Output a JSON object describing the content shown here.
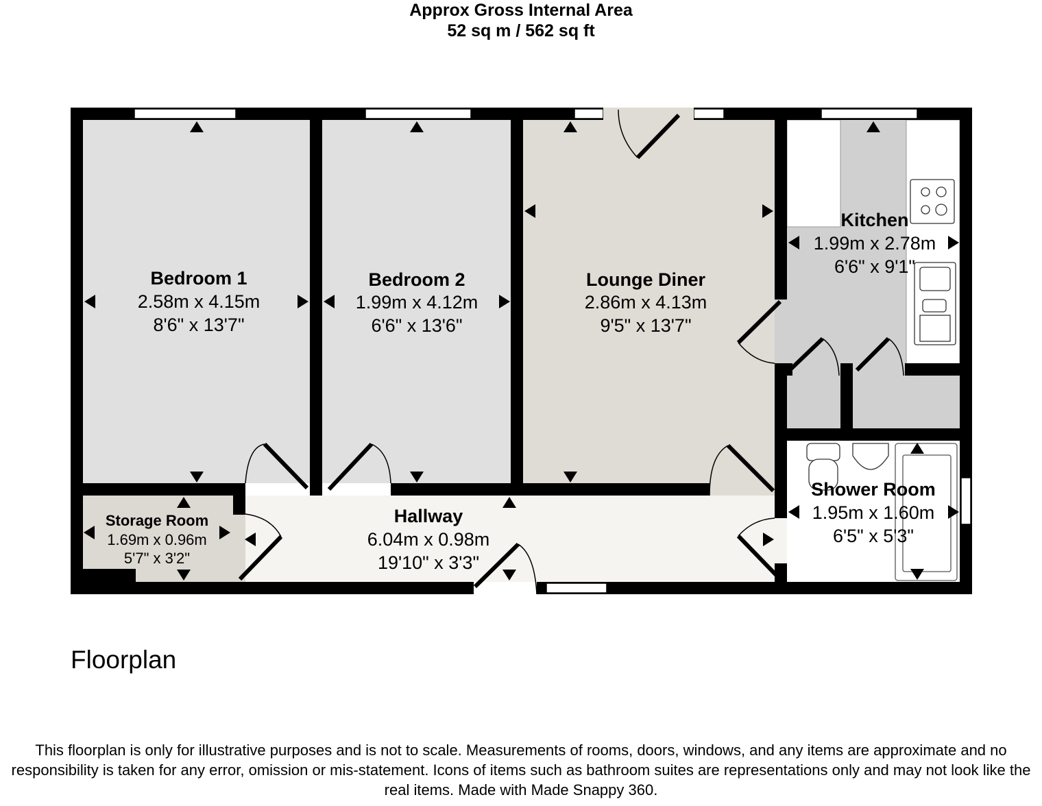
{
  "header": {
    "line1": "Approx Gross Internal Area",
    "line2": "52 sq m / 562 sq ft"
  },
  "rooms": [
    {
      "name": "Bedroom 1",
      "metric": "2.58m x 4.15m",
      "imperial": "8'6\" x 13'7\""
    },
    {
      "name": "Bedroom 2",
      "metric": "1.99m x 4.12m",
      "imperial": "6'6\" x 13'6\""
    },
    {
      "name": "Lounge Diner",
      "metric": "2.86m x 4.13m",
      "imperial": "9'5\" x 13'7\""
    },
    {
      "name": "Kitchen",
      "metric": "1.99m x 2.78m",
      "imperial": "6'6\" x 9'1\""
    },
    {
      "name": "Shower Room",
      "metric": "1.95m x 1.60m",
      "imperial": "6'5\" x 5'3\""
    },
    {
      "name": "Storage Room",
      "metric": "1.69m x 0.96m",
      "imperial": "5'7\" x 3'2\""
    },
    {
      "name": "Hallway",
      "metric": "6.04m x 0.98m",
      "imperial": "19'10\" x 3'3\""
    }
  ],
  "colors": {
    "walls": "#000000",
    "bedroom": "#e0e0e0",
    "lounge": "#dfdbd5",
    "hallway": "#f6f4f0",
    "storage": "#dcd8d2",
    "kitchen": "#d0d0d0",
    "shower": "#ffffff"
  },
  "plan_label": "Floorplan",
  "disclaimer": "This floorplan is only for illustrative purposes and is not to scale. Measurements of rooms, doors, windows, and any items are approximate and no responsibility is taken for any error, omission or mis-statement. Icons of items such as bathroom suites are representations only and may not look like the real items. Made with Made Snappy 360."
}
